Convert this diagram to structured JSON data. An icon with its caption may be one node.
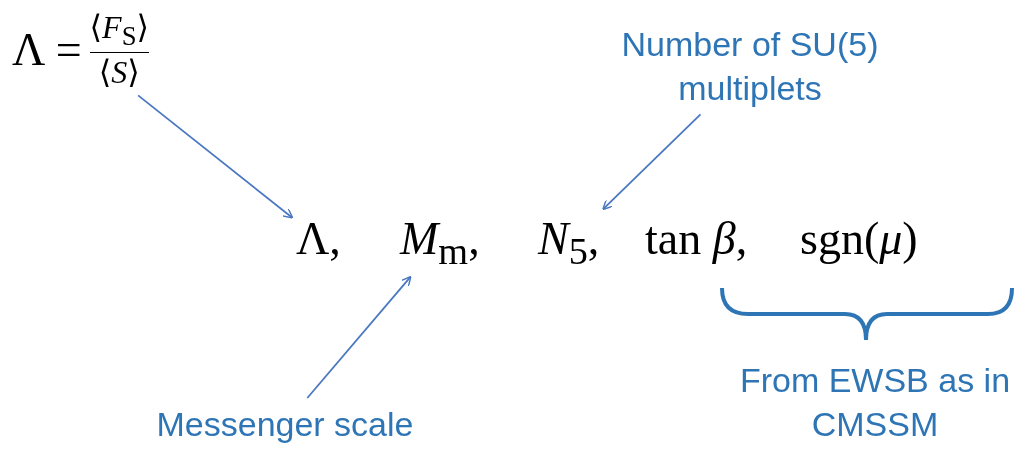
{
  "diagram": {
    "nodes": [
      {
        "text": [
          "Λ =",
          "⟨*F*$_{S}$⟩",
          "⟨*S*⟩"
        ]
      },
      {
        "text": [
          "Λ,"
        ]
      },
      {
        "text": [
          "*M*$_{m}$,"
        ]
      },
      {
        "text": [
          "*N*$_{5}$,"
        ]
      },
      {
        "text": [
          "tan *β*,"
        ]
      },
      {
        "text": [
          "sgn(*μ*)"
        ]
      },
      {
        "text": [
          "Number of SU(5) multiplets"
        ]
      },
      {
        "text": [
          "Messenger scale"
        ]
      }
    ],
    "edges": [
      {
        "from": 0,
        "to": 1,
        "arrow": "to"
      },
      {
        "from": 6,
        "to": 3,
        "arrow": "to"
      },
      {
        "from": 7,
        "to": 2,
        "arrow": "to"
      }
    ],
    "labels": [
      "From EWSB as in CMSSM"
    ]
  }
}
